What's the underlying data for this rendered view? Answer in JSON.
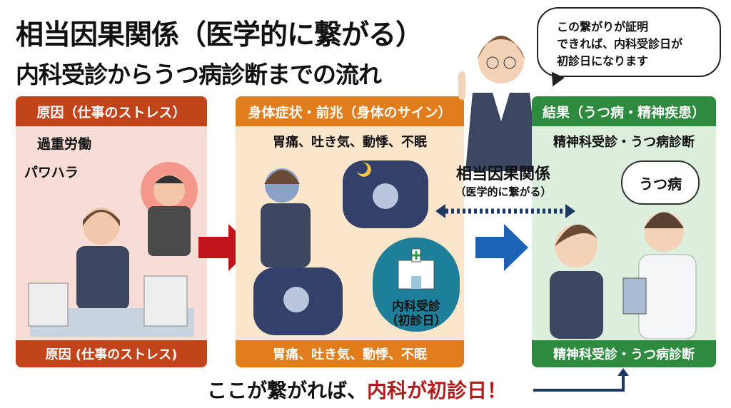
{
  "title": {
    "line1": "相当因果関係（医学的に繋がる）",
    "line2": "内科受診からうつ病診断までの流れ"
  },
  "bubble": {
    "lines": [
      "この繋がりが証明",
      "できれば、内科受診日が",
      "初診日になります"
    ]
  },
  "panels": [
    {
      "header": "原因（仕事のストレス）",
      "footer": "原因 (仕事のストレス)",
      "labels": [
        "過重労働",
        "パワハラ"
      ],
      "color": "#c2441a",
      "bg": "#f8ddd6"
    },
    {
      "header": "身体症状・前兆（身体のサイン）",
      "subtitle": "胃痛、吐き気、動悸、不眠",
      "footer": "胃痛、吐き気、動悸、不眠",
      "hospital": {
        "line1": "内科受診",
        "line2": "（初診日）"
      },
      "color": "#e07d1c",
      "bg": "#fbe5cb"
    },
    {
      "header": "結果（うつ病・精神疾患）",
      "subtitle": "精神科受診・うつ病診断",
      "footer": "精神科受診・うつ病診断",
      "thought": "うつ病",
      "color": "#2e8b3e",
      "bg": "#dcefdc"
    }
  ],
  "link": {
    "title": "相当因果関係",
    "sub": "（医学的に繋がる）"
  },
  "bottom": {
    "prefix": "ここが繋がれば、",
    "highlight": "内科が初診日！",
    "highlight_color": "#b01c1c"
  }
}
